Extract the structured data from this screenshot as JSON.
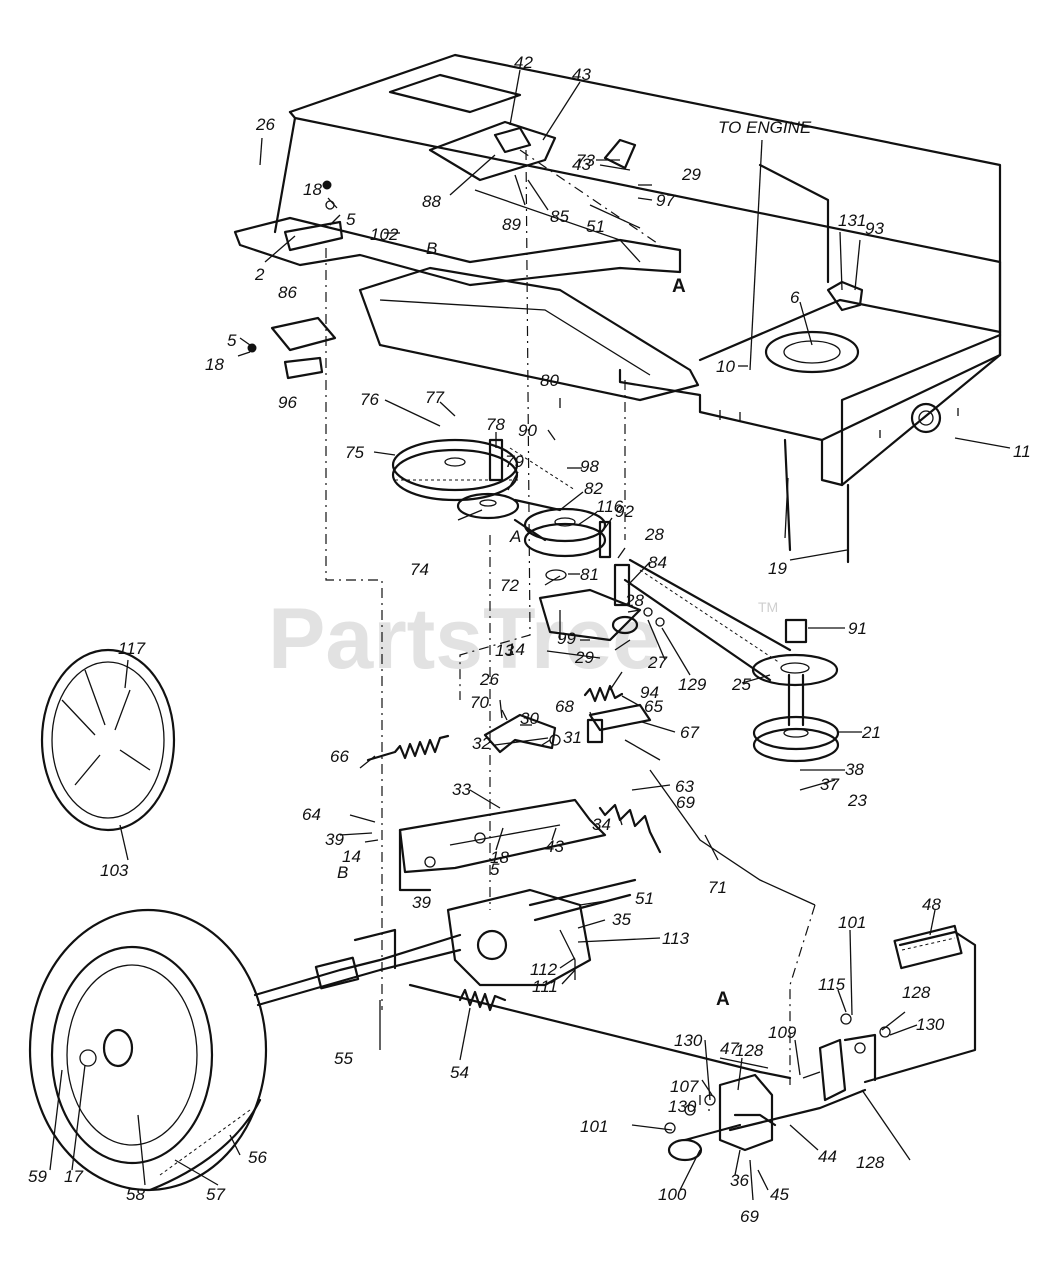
{
  "heading": "TO ENGINE",
  "watermark": "PartsTree",
  "trademark": "TM",
  "letters": [
    "A",
    "B"
  ],
  "callouts": [
    "2",
    "5",
    "6",
    "10",
    "11",
    "13",
    "14",
    "17",
    "18",
    "19",
    "21",
    "23",
    "25",
    "26",
    "27",
    "28",
    "29",
    "30",
    "31",
    "32",
    "33",
    "34",
    "35",
    "36",
    "37",
    "38",
    "39",
    "42",
    "43",
    "44",
    "45",
    "47",
    "48",
    "51",
    "54",
    "55",
    "56",
    "57",
    "58",
    "59",
    "63",
    "64",
    "65",
    "66",
    "67",
    "68",
    "69",
    "70",
    "71",
    "72",
    "73",
    "74",
    "75",
    "76",
    "77",
    "78",
    "79",
    "80",
    "81",
    "82",
    "84",
    "85",
    "86",
    "88",
    "89",
    "90",
    "91",
    "92",
    "93",
    "94",
    "96",
    "97",
    "98",
    "99",
    "100",
    "101",
    "102",
    "103",
    "107",
    "109",
    "111",
    "112",
    "113",
    "115",
    "116",
    "117",
    "128",
    "129",
    "130",
    "131"
  ]
}
